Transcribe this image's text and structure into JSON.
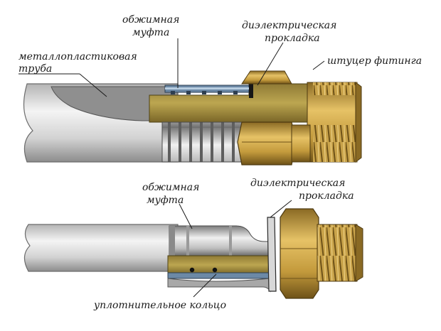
{
  "labels": {
    "top_crimp_sleeve": {
      "line1": "обжимная",
      "line2": "муфта"
    },
    "top_dielectric": {
      "line1": "диэлектрическая",
      "line2": "прокладка"
    },
    "fitting_nipple": "штуцер фитинга",
    "pipe": {
      "line1": "металлопластиковая",
      "line2": "труба"
    },
    "bottom_crimp_sleeve": {
      "line1": "обжимная",
      "line2": "муфта"
    },
    "bottom_dielectric": {
      "line1": "диэлектрическая",
      "line2": "прокладка"
    },
    "sealing_ring": "уплотнительное кольцо"
  },
  "colors": {
    "brass": "#c9a34a",
    "steel": "#d2d2d2",
    "sleeve_section": "#6c89a6",
    "gasket": "#161616"
  }
}
